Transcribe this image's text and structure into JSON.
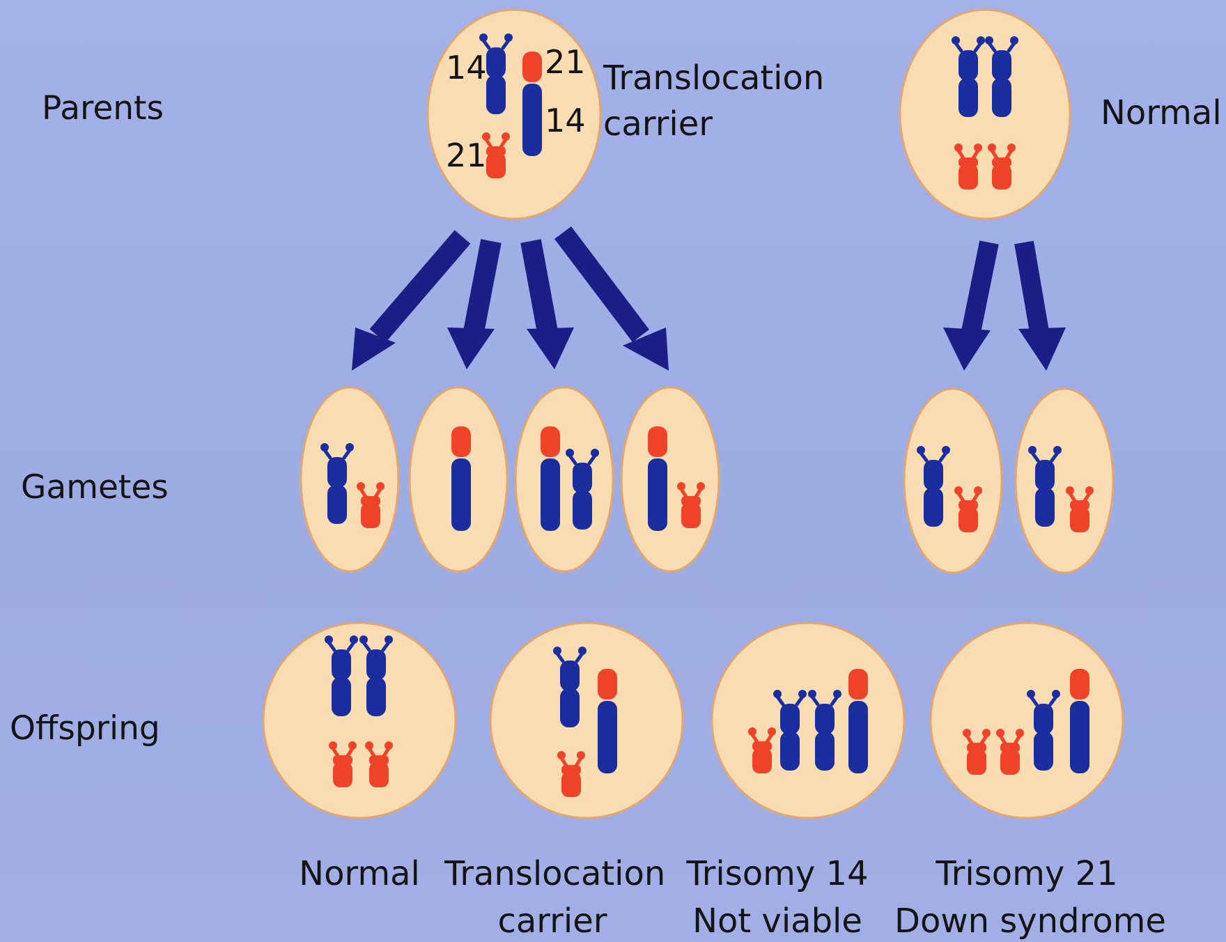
{
  "rows": {
    "parents": "Parents",
    "gametes": "Gametes",
    "offspring": "Offspring"
  },
  "parent_carrier": {
    "label_line1": "Translocation",
    "label_line2": "carrier",
    "chromosome_numbers": [
      "14",
      "21",
      "14",
      "21"
    ]
  },
  "parent_normal": {
    "label": "Normal"
  },
  "offspring_labels": [
    {
      "line1": "Normal",
      "line2": ""
    },
    {
      "line1": "Translocation",
      "line2": "carrier"
    },
    {
      "line1": "Trisomy 14",
      "line2": "Not viable"
    },
    {
      "line1": "Trisomy 21",
      "line2": "Down syndrome"
    }
  ],
  "colors": {
    "background": "#a0aee6",
    "cell_fill": "#f9dcb2",
    "cell_border": "#e2a670",
    "chromosome_14": "#1b2ea0",
    "chromosome_21": "#ee4328",
    "arrow": "#1a1f86"
  }
}
